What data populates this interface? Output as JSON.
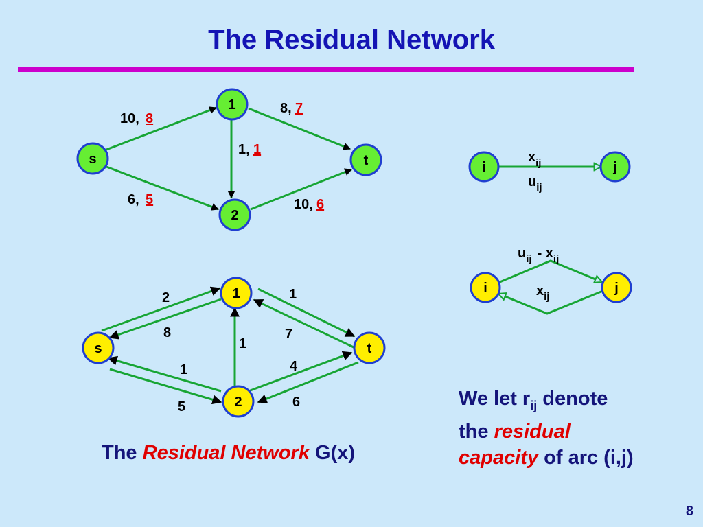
{
  "title": "The Residual Network",
  "colors": {
    "arc": "#17a534",
    "flow": "#e00000",
    "node_top": "#66ee33",
    "node_bottom": "#ffee00",
    "node_border": "#1f3fd0",
    "title": "#1414b4"
  },
  "top_network": {
    "nodes": {
      "s": "s",
      "n1": "1",
      "n2": "2",
      "t": "t"
    },
    "arcs": [
      {
        "from": "s",
        "to": "1",
        "capacity": "10,",
        "flow": "8"
      },
      {
        "from": "1",
        "to": "t",
        "capacity": "8,",
        "flow": "7"
      },
      {
        "from": "1",
        "to": "2",
        "capacity": "1,",
        "flow": "1"
      },
      {
        "from": "s",
        "to": "2",
        "capacity": "6,",
        "flow": "5"
      },
      {
        "from": "2",
        "to": "t",
        "capacity": "10,",
        "flow": "6"
      }
    ]
  },
  "arc_legend": {
    "i": "i",
    "j": "j",
    "x": "x",
    "u": "u",
    "sub": "ij"
  },
  "residual_legend": {
    "i": "i",
    "j": "j",
    "top_u": "u",
    "top_minus": "- x",
    "x": "x",
    "sub": "ij"
  },
  "residual_network": {
    "nodes": {
      "s": "s",
      "n1": "1",
      "n2": "2",
      "t": "t"
    },
    "labels": {
      "s_to_1": "2",
      "1_to_s": "8",
      "1_to_t": "1",
      "t_to_1": "7",
      "2_to_1": "1",
      "2_to_s": "1",
      "s_to_2": "5",
      "2_to_t": "4",
      "t_to_2": "6"
    }
  },
  "caption": {
    "prefix": "The ",
    "emphasis": "Residual Network",
    "suffix": " G(x)"
  },
  "note": {
    "line1a": "We let r",
    "line1sub": "ij",
    "line1b": " denote",
    "line2a": "the ",
    "line2em": "residual",
    "line3em": "capacity",
    "line3b": " of arc (i,j)"
  },
  "page_number": "8"
}
